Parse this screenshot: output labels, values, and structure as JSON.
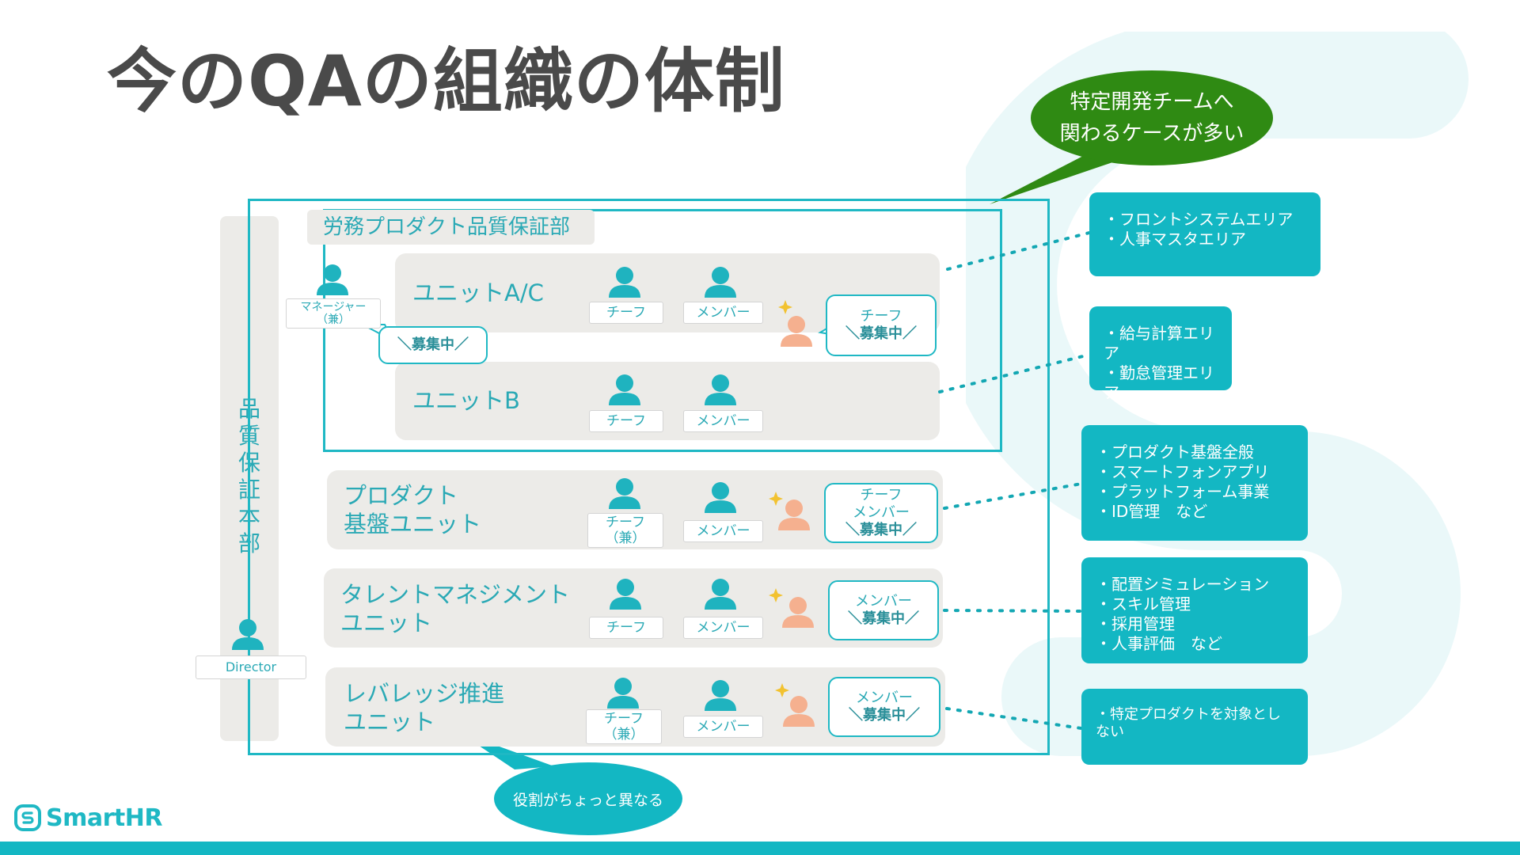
{
  "title": "今のQAの組織の体制",
  "hq": {
    "label": "品質保証本部",
    "director_tag": "Director"
  },
  "department": {
    "label": "労務プロダクト品質保証部",
    "manager_tag": "マネージャー\n（兼）"
  },
  "manager_bubble": {
    "line1": "＼募集中／"
  },
  "units": [
    {
      "label": "ユニットA/C",
      "chief": "チーフ",
      "member": "メンバー",
      "bubble": [
        "チーフ",
        "＼募集中／"
      ]
    },
    {
      "label": "ユニットB",
      "chief": "チーフ",
      "member": "メンバー"
    },
    {
      "label": "プロダクト\n基盤ユニット",
      "chief": "チーフ\n（兼）",
      "member": "メンバー",
      "bubble": [
        "チーフ",
        "メンバー",
        "＼募集中／"
      ]
    },
    {
      "label": "タレントマネジメント\nユニット",
      "chief": "チーフ",
      "member": "メンバー",
      "bubble": [
        "メンバー",
        "＼募集中／"
      ]
    },
    {
      "label": "レバレッジ推進\nユニット",
      "chief": "チーフ\n（兼）",
      "member": "メンバー",
      "bubble": [
        "メンバー",
        "＼募集中／"
      ]
    }
  ],
  "areas": [
    "・フロントシステムエリア\n・人事マスタエリア",
    "・給与計算エリア\n・勤怠管理エリア",
    "・プロダクト基盤全般\n・スマートフォンアプリ\n・プラットフォーム事業\n・ID管理　など",
    "・配置シミュレーション\n・スキル管理\n・採用管理\n・人事評価　など",
    "・特定プロダクトを対象とし\nない"
  ],
  "callouts": {
    "green": "特定開発チームへ\n関わるケースが多い",
    "teal": "役割がちょっと異なる"
  },
  "logo": {
    "text": "SmartHR",
    "icon": "smarthr-logo-icon"
  },
  "colors": {
    "accent": "#13b7c3",
    "frame": "#1fb8c4",
    "unit_bg": "#ecebe8",
    "callout_green": "#2f8a13",
    "recruit_person": "#f5b08f",
    "title": "#4a4a4a"
  },
  "icons": {
    "person": "person-icon",
    "recruit": "recruiting-person-icon",
    "sparkle": "sparkle-icon"
  }
}
